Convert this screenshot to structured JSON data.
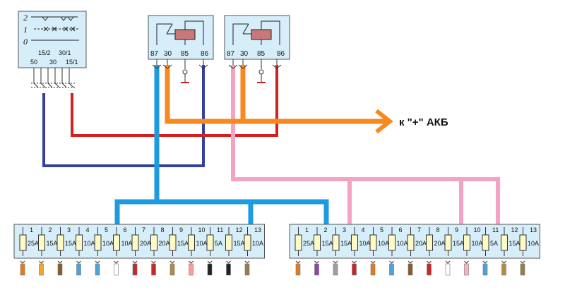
{
  "ignition_switch": {
    "positions": [
      "2",
      "1",
      "0"
    ],
    "terminals_top": [
      "15/2",
      "30/1"
    ],
    "terminals_bottom": [
      "50",
      "30",
      "15/1"
    ]
  },
  "relays": [
    {
      "pins": [
        "87",
        "30",
        "85",
        "86"
      ]
    },
    {
      "pins": [
        "87",
        "30",
        "85",
        "86"
      ]
    }
  ],
  "battery_label": "к \"+\" АКБ",
  "fuse_blocks": [
    {
      "fuses": [
        {
          "num": "1",
          "rating": "25A"
        },
        {
          "num": "2",
          "rating": "15A"
        },
        {
          "num": "3",
          "rating": "15A"
        },
        {
          "num": "4",
          "rating": "10A"
        },
        {
          "num": "5",
          "rating": "10A"
        },
        {
          "num": "6",
          "rating": "10A"
        },
        {
          "num": "7",
          "rating": "20A"
        },
        {
          "num": "8",
          "rating": "20A"
        },
        {
          "num": "9",
          "rating": "15A"
        },
        {
          "num": "10",
          "rating": "10A"
        },
        {
          "num": "11",
          "rating": "5A"
        },
        {
          "num": "12",
          "rating": "15A"
        },
        {
          "num": "13",
          "rating": "10A"
        }
      ],
      "output_wire_colors": [
        "#e07b22",
        "#f0a830",
        "#8a5a2b",
        "#4da3d9",
        "#4da3d9",
        "#ffffff",
        "#c62828",
        "#c62828",
        "#b58a4a",
        "#ff9a9a",
        "#222222",
        "#222222",
        "#9a7b4f"
      ]
    },
    {
      "fuses": [
        {
          "num": "1",
          "rating": "25A"
        },
        {
          "num": "2",
          "rating": "15A"
        },
        {
          "num": "3",
          "rating": "15A"
        },
        {
          "num": "4",
          "rating": "10A"
        },
        {
          "num": "5",
          "rating": "10A"
        },
        {
          "num": "6",
          "rating": "10A"
        },
        {
          "num": "7",
          "rating": "20A"
        },
        {
          "num": "8",
          "rating": "20A"
        },
        {
          "num": "9",
          "rating": "15A"
        },
        {
          "num": "10",
          "rating": "10A"
        },
        {
          "num": "11",
          "rating": "5A"
        },
        {
          "num": "12",
          "rating": "15A"
        },
        {
          "num": "13",
          "rating": "10A"
        }
      ],
      "output_wire_colors": [
        "#e07b22",
        "#8e44ad",
        "#9e9e9e",
        "#c62828",
        "#e07b22",
        "#4da3d9",
        "#8a5a2b",
        "#c62828",
        "#ffffff",
        "#ffb0c0",
        "#4da3d9",
        "#b58a4a",
        "#9a7b4f"
      ]
    }
  ],
  "wire_colors": {
    "blue": "#1e9be0",
    "orange": "#f68a1f",
    "pink": "#f5a3c4",
    "red": "#d42020",
    "dark_blue": "#3340a0",
    "box_fill": "#d6eef9",
    "fuse_fill": "#fff9c4"
  }
}
